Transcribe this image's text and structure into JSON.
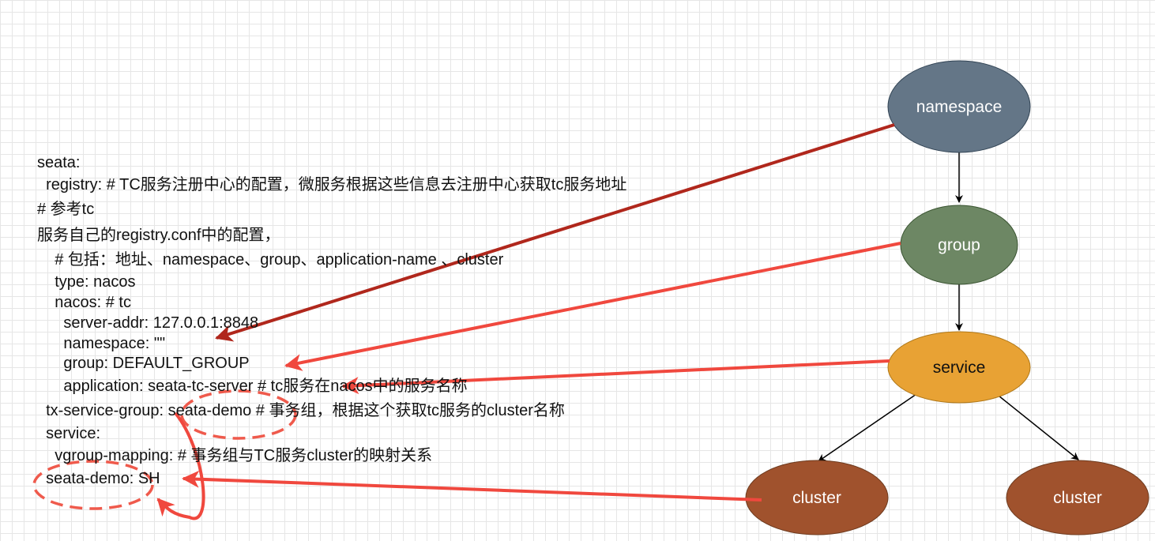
{
  "config_lines": [
    "seata:",
    "  registry: # TC服务注册中心的配置，微服务根据这些信息去注册中心获取tc服务地址",
    "# 参考tc",
    "服务自己的registry.conf中的配置，",
    "    # 包括：地址、namespace、group、application-name 、cluster",
    "    type: nacos",
    "    nacos: # tc",
    "      server-addr: 127.0.0.1:8848",
    "      namespace: \"\"",
    "      group: DEFAULT_GROUP",
    "      application: seata-tc-server # tc服务在nacos中的服务名称",
    "  tx-service-group: seata-demo # 事务组，根据这个获取tc服务的cluster名称",
    "  service:",
    "    vgroup-mapping: # 事务组与TC服务cluster的映射关系",
    "  seata-demo: SH"
  ],
  "nodes": {
    "namespace": {
      "label": "namespace",
      "color": "#647687"
    },
    "group": {
      "label": "group",
      "color": "#6d8764"
    },
    "service": {
      "label": "service",
      "color": "#e8a234"
    },
    "cluster_left": {
      "label": "cluster",
      "color": "#a0522d"
    },
    "cluster_right": {
      "label": "cluster",
      "color": "#a0522d"
    }
  },
  "colors": {
    "arrow_dark_red": "#b0271c",
    "arrow_red": "#f0483e",
    "dashed_circle": "#ef5a4c",
    "hierarchy_line": "#000000"
  }
}
